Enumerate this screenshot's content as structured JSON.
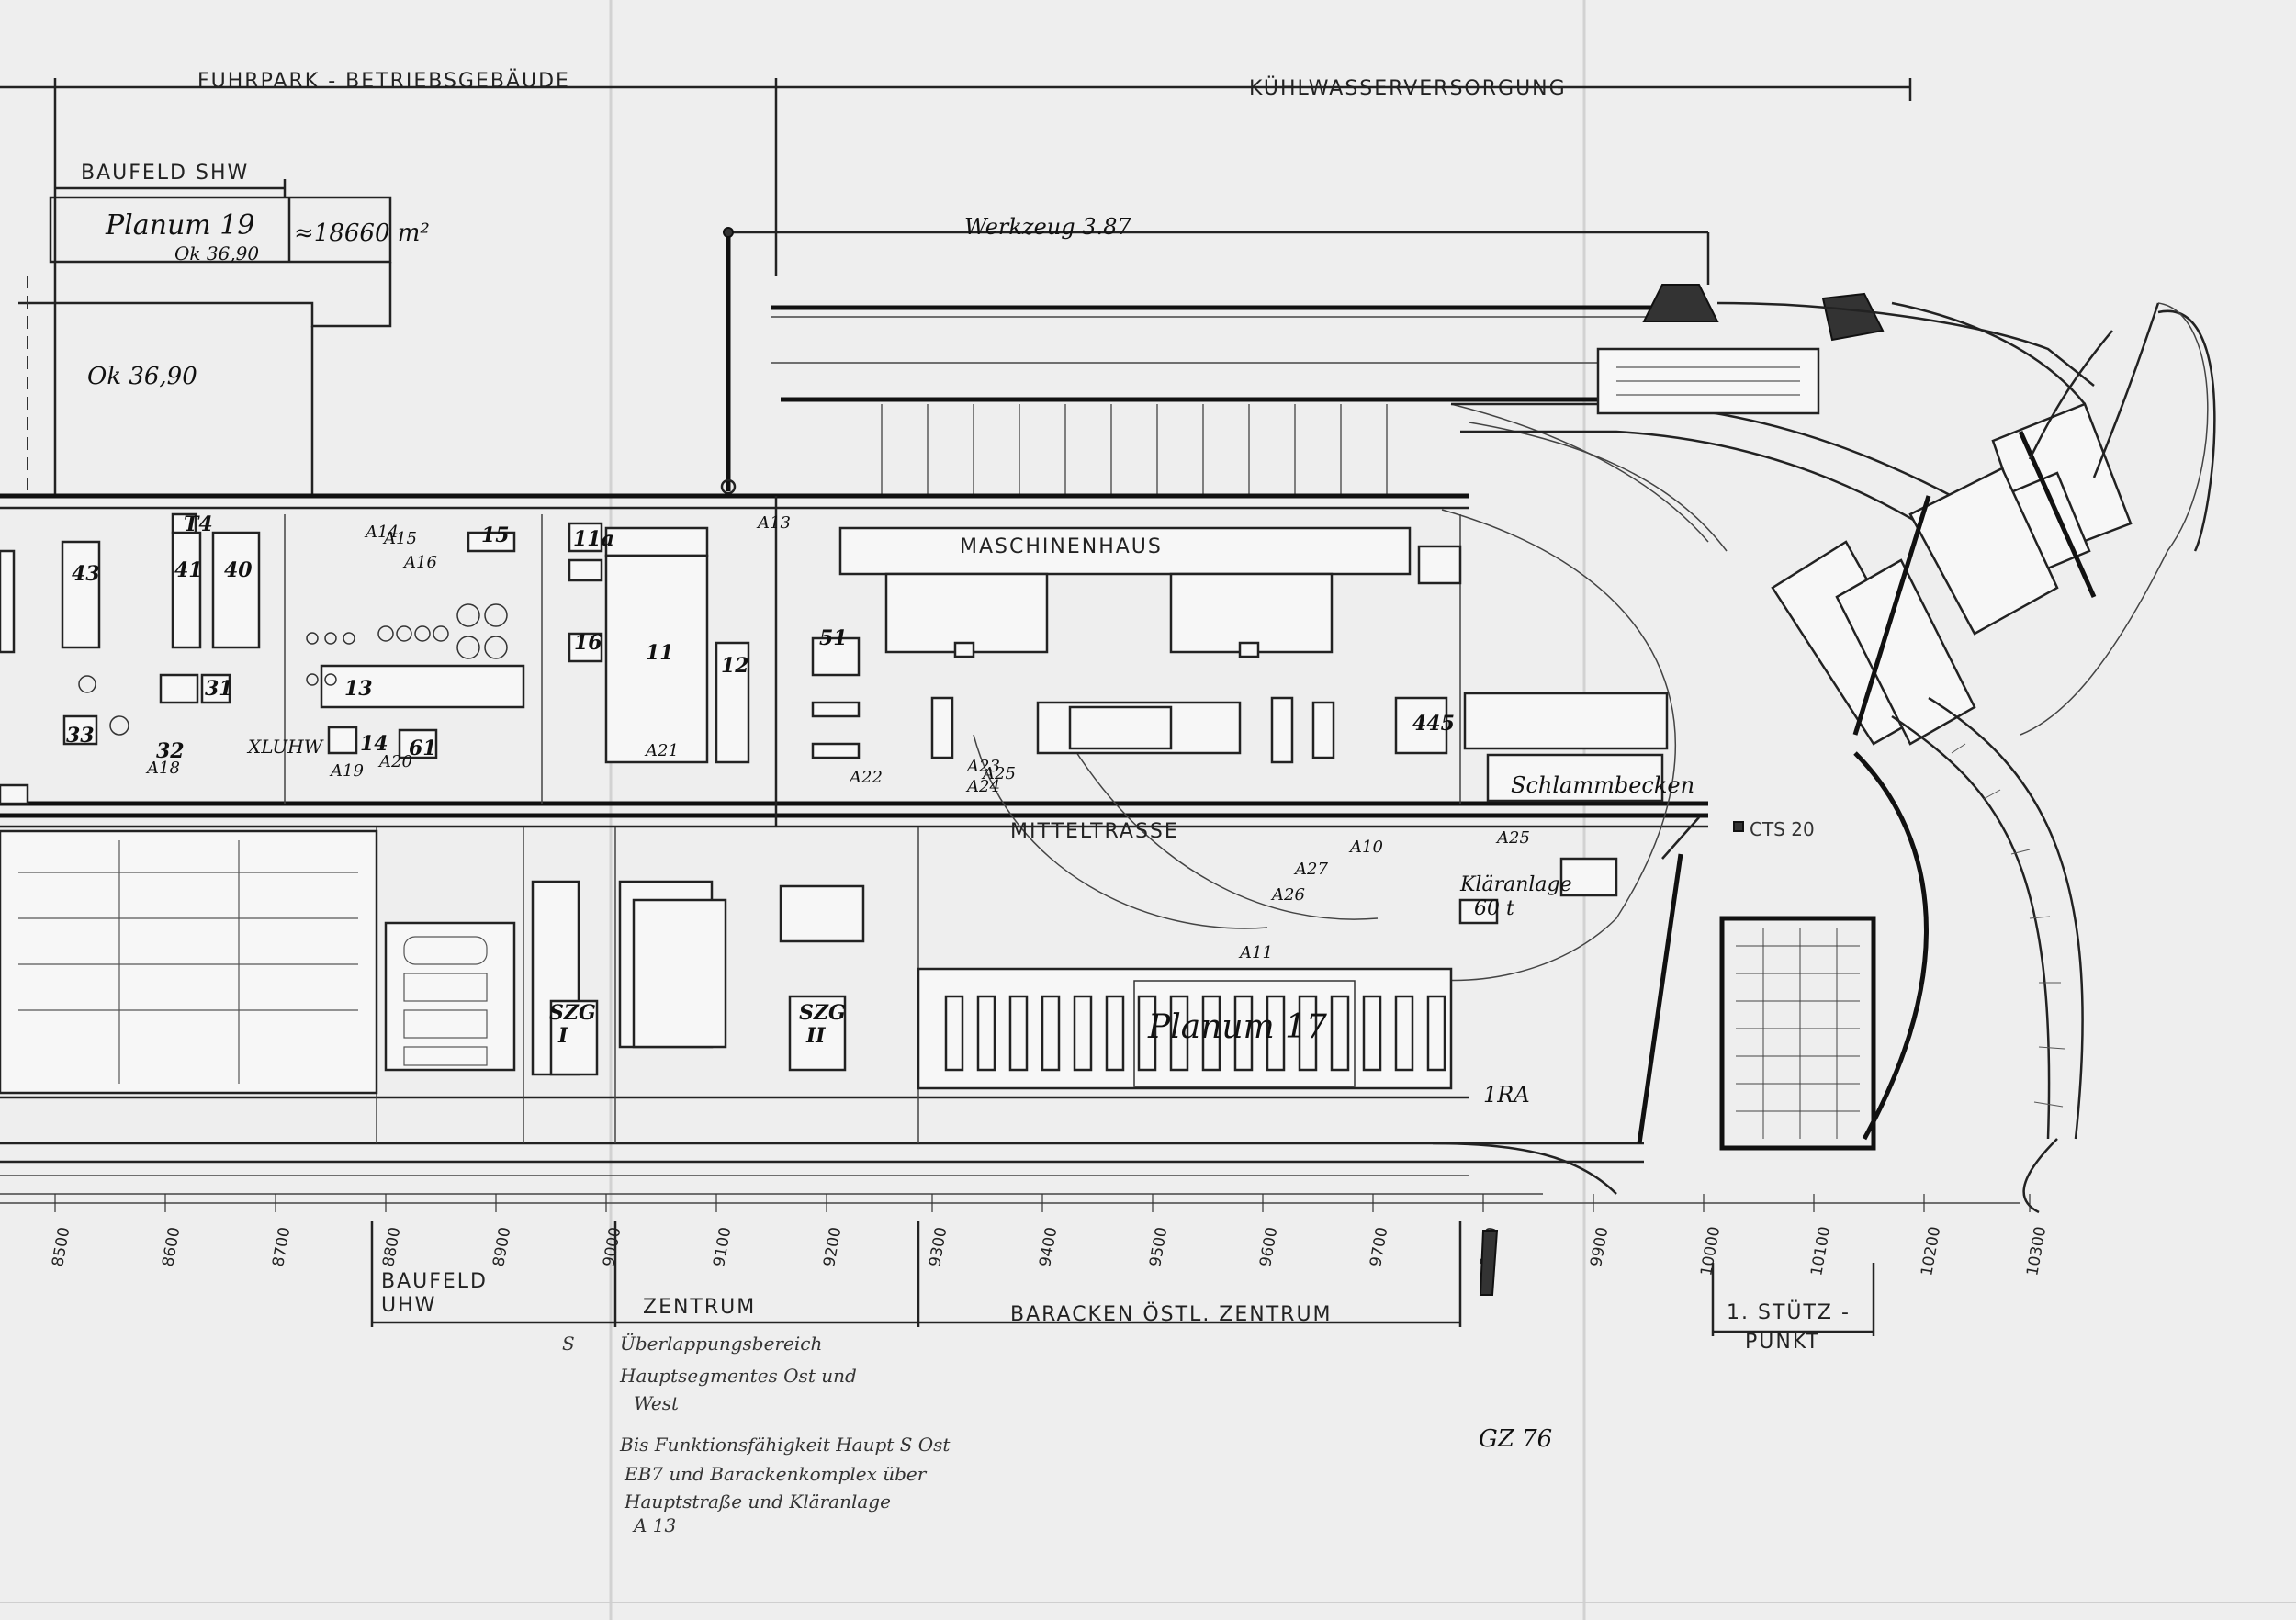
{
  "zones_top": {
    "fuhrpark": "FUHRPARK - BETRIEBSGEBÄUDE",
    "kuehlwasser": "KÜHLWASSERVERSORGUNG",
    "baufeld_shw": "BAUFELD SHW"
  },
  "planum_box": {
    "planum": "Planum 19",
    "ok": "Ok 36,90",
    "area": "≈18660 m²"
  },
  "labels": {
    "ok_left": "Ok 36,90",
    "werkzeug": "Werkzeug 3.87",
    "maschinenhaus": "MASCHINENHAUS",
    "mitteltrasse": "MITTELTRASSE",
    "schlammbecken": "Schlammbecken",
    "klaeranlage": "Kläranlage",
    "klaeranlage_sub": "60 t",
    "planum_bottom": "Planum 17",
    "xluhw": "XLUHW",
    "szg1": "SZG",
    "szg1_num": "I",
    "szg2": "SZG",
    "szg2_num": "II",
    "cts": "CTS 20",
    "gz76": "GZ 76"
  },
  "building_numbers": [
    "T4",
    "43",
    "41",
    "40",
    "15",
    "11a",
    "16",
    "11",
    "12",
    "51",
    "13",
    "31",
    "33",
    "14",
    "61",
    "32",
    "445"
  ],
  "road_labels": [
    "A15",
    "A14",
    "A16",
    "A13",
    "A18",
    "A19",
    "A20",
    "A21",
    "A22",
    "A23",
    "A24",
    "A25",
    "A26",
    "A27",
    "A11",
    "1RA",
    "A10",
    "A25"
  ],
  "axis_ticks": [
    "8500",
    "8600",
    "8700",
    "8800",
    "8900",
    "9000",
    "9100",
    "9200",
    "9300",
    "9400",
    "9500",
    "9600",
    "9700",
    "9800",
    "9900",
    "10000",
    "10100",
    "10200",
    "10300"
  ],
  "zones_bottom": {
    "baufeld_uhw_1": "BAUFELD",
    "baufeld_uhw_2": "UHW",
    "zentrum": "ZENTRUM",
    "baracken": "BARACKEN ÖSTL. ZENTRUM",
    "stuetzpunkt_1": "1. STÜTZ -",
    "stuetzpunkt_2": "PUNKT"
  },
  "notes": [
    "Überlappungsbereich",
    "Hauptsegmentes Ost und",
    "West",
    "Bis Funktionsfähigkeit Haupt S Ost",
    "EB7 und Barackenkomplex über",
    "Hauptstraße und Kläranlage",
    "A 13"
  ],
  "notes_mark": "S"
}
